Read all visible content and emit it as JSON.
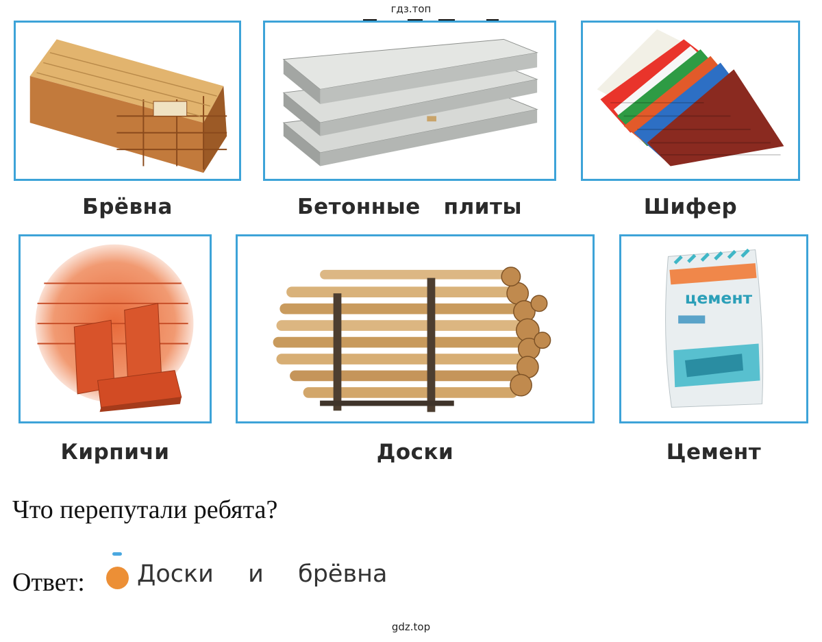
{
  "watermark_top": "гдз.топ",
  "watermark_bottom": "gdz.top",
  "cards": [
    {
      "caption": "Брёвна",
      "image": "stacked-lumber"
    },
    {
      "caption": "Бетонные   плиты",
      "image": "concrete-slabs"
    },
    {
      "caption": "Шифер",
      "image": "corrugated-sheets"
    },
    {
      "caption": "Кирпичи",
      "image": "bricks"
    },
    {
      "caption": "Доски",
      "image": "log-pile"
    },
    {
      "caption": "Цемент",
      "image": "cement-bag"
    }
  ],
  "cement_bag_label": "цемент",
  "question": "Что перепутали ребята?",
  "answer": {
    "label": "Ответ:",
    "text": "Доски  и  брёвна",
    "marker_color": "#ec8f36"
  },
  "colors": {
    "frame_border": "#3da3d8"
  }
}
